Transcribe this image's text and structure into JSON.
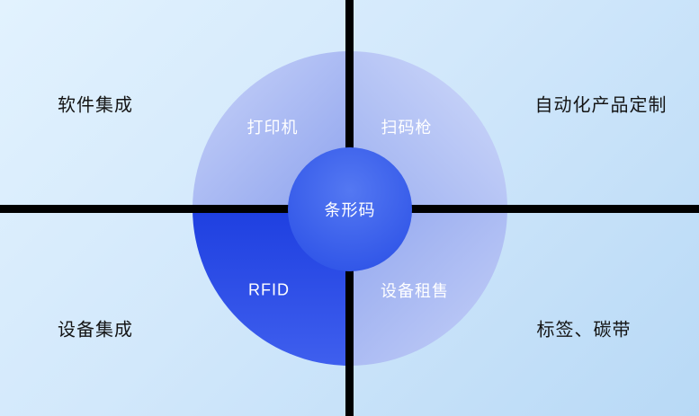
{
  "diagram": {
    "center_label": "条形码",
    "segments": {
      "top_left": {
        "label": "打印机"
      },
      "top_right": {
        "label": "扫码枪"
      },
      "bottom_left": {
        "label": "RFID"
      },
      "bottom_right": {
        "label": "设备租售"
      }
    },
    "corners": {
      "top_left": {
        "label": "软件集成"
      },
      "top_right": {
        "label": "自动化产品定制"
      },
      "bottom_left": {
        "label": "设备集成"
      },
      "bottom_right": {
        "label": "标签、碳带"
      }
    },
    "colors": {
      "background_light": "#e2f2fe",
      "background_deep": "#b8d9f6",
      "divider": "#000000",
      "segment_light": "#a9baf2",
      "segment_highlight": "#2348e4",
      "center_circle": "#3e68ec",
      "circle_text": "#ffffff",
      "corner_text": "#141414"
    }
  }
}
